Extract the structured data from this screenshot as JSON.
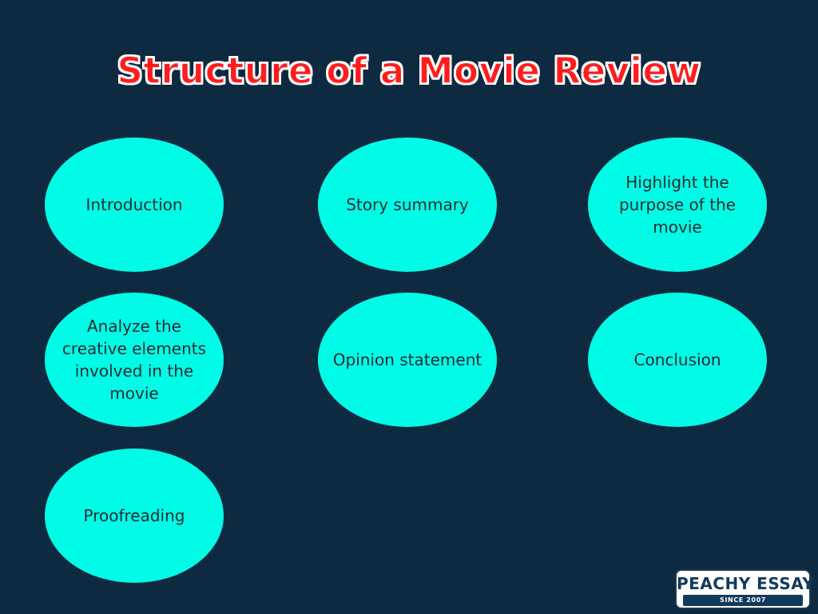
{
  "title": "Structure of a Movie Review",
  "colors": {
    "background": "#0e2a40",
    "ellipse_fill": "#00fbe6",
    "title_fill": "#ff1c1c",
    "title_outline": "#ffffff",
    "logo_navy": "#123a5c"
  },
  "items": [
    {
      "label": "Introduction"
    },
    {
      "label": "Story summary"
    },
    {
      "label": "Highlight the purpose of the movie"
    },
    {
      "label": "Analyze the creative elements involved in the movie"
    },
    {
      "label": "Opinion statement"
    },
    {
      "label": "Conclusion"
    },
    {
      "label": "Proofreading"
    }
  ],
  "logo": {
    "name": "PEACHY ESSAY",
    "tagline": "SINCE 2007"
  }
}
